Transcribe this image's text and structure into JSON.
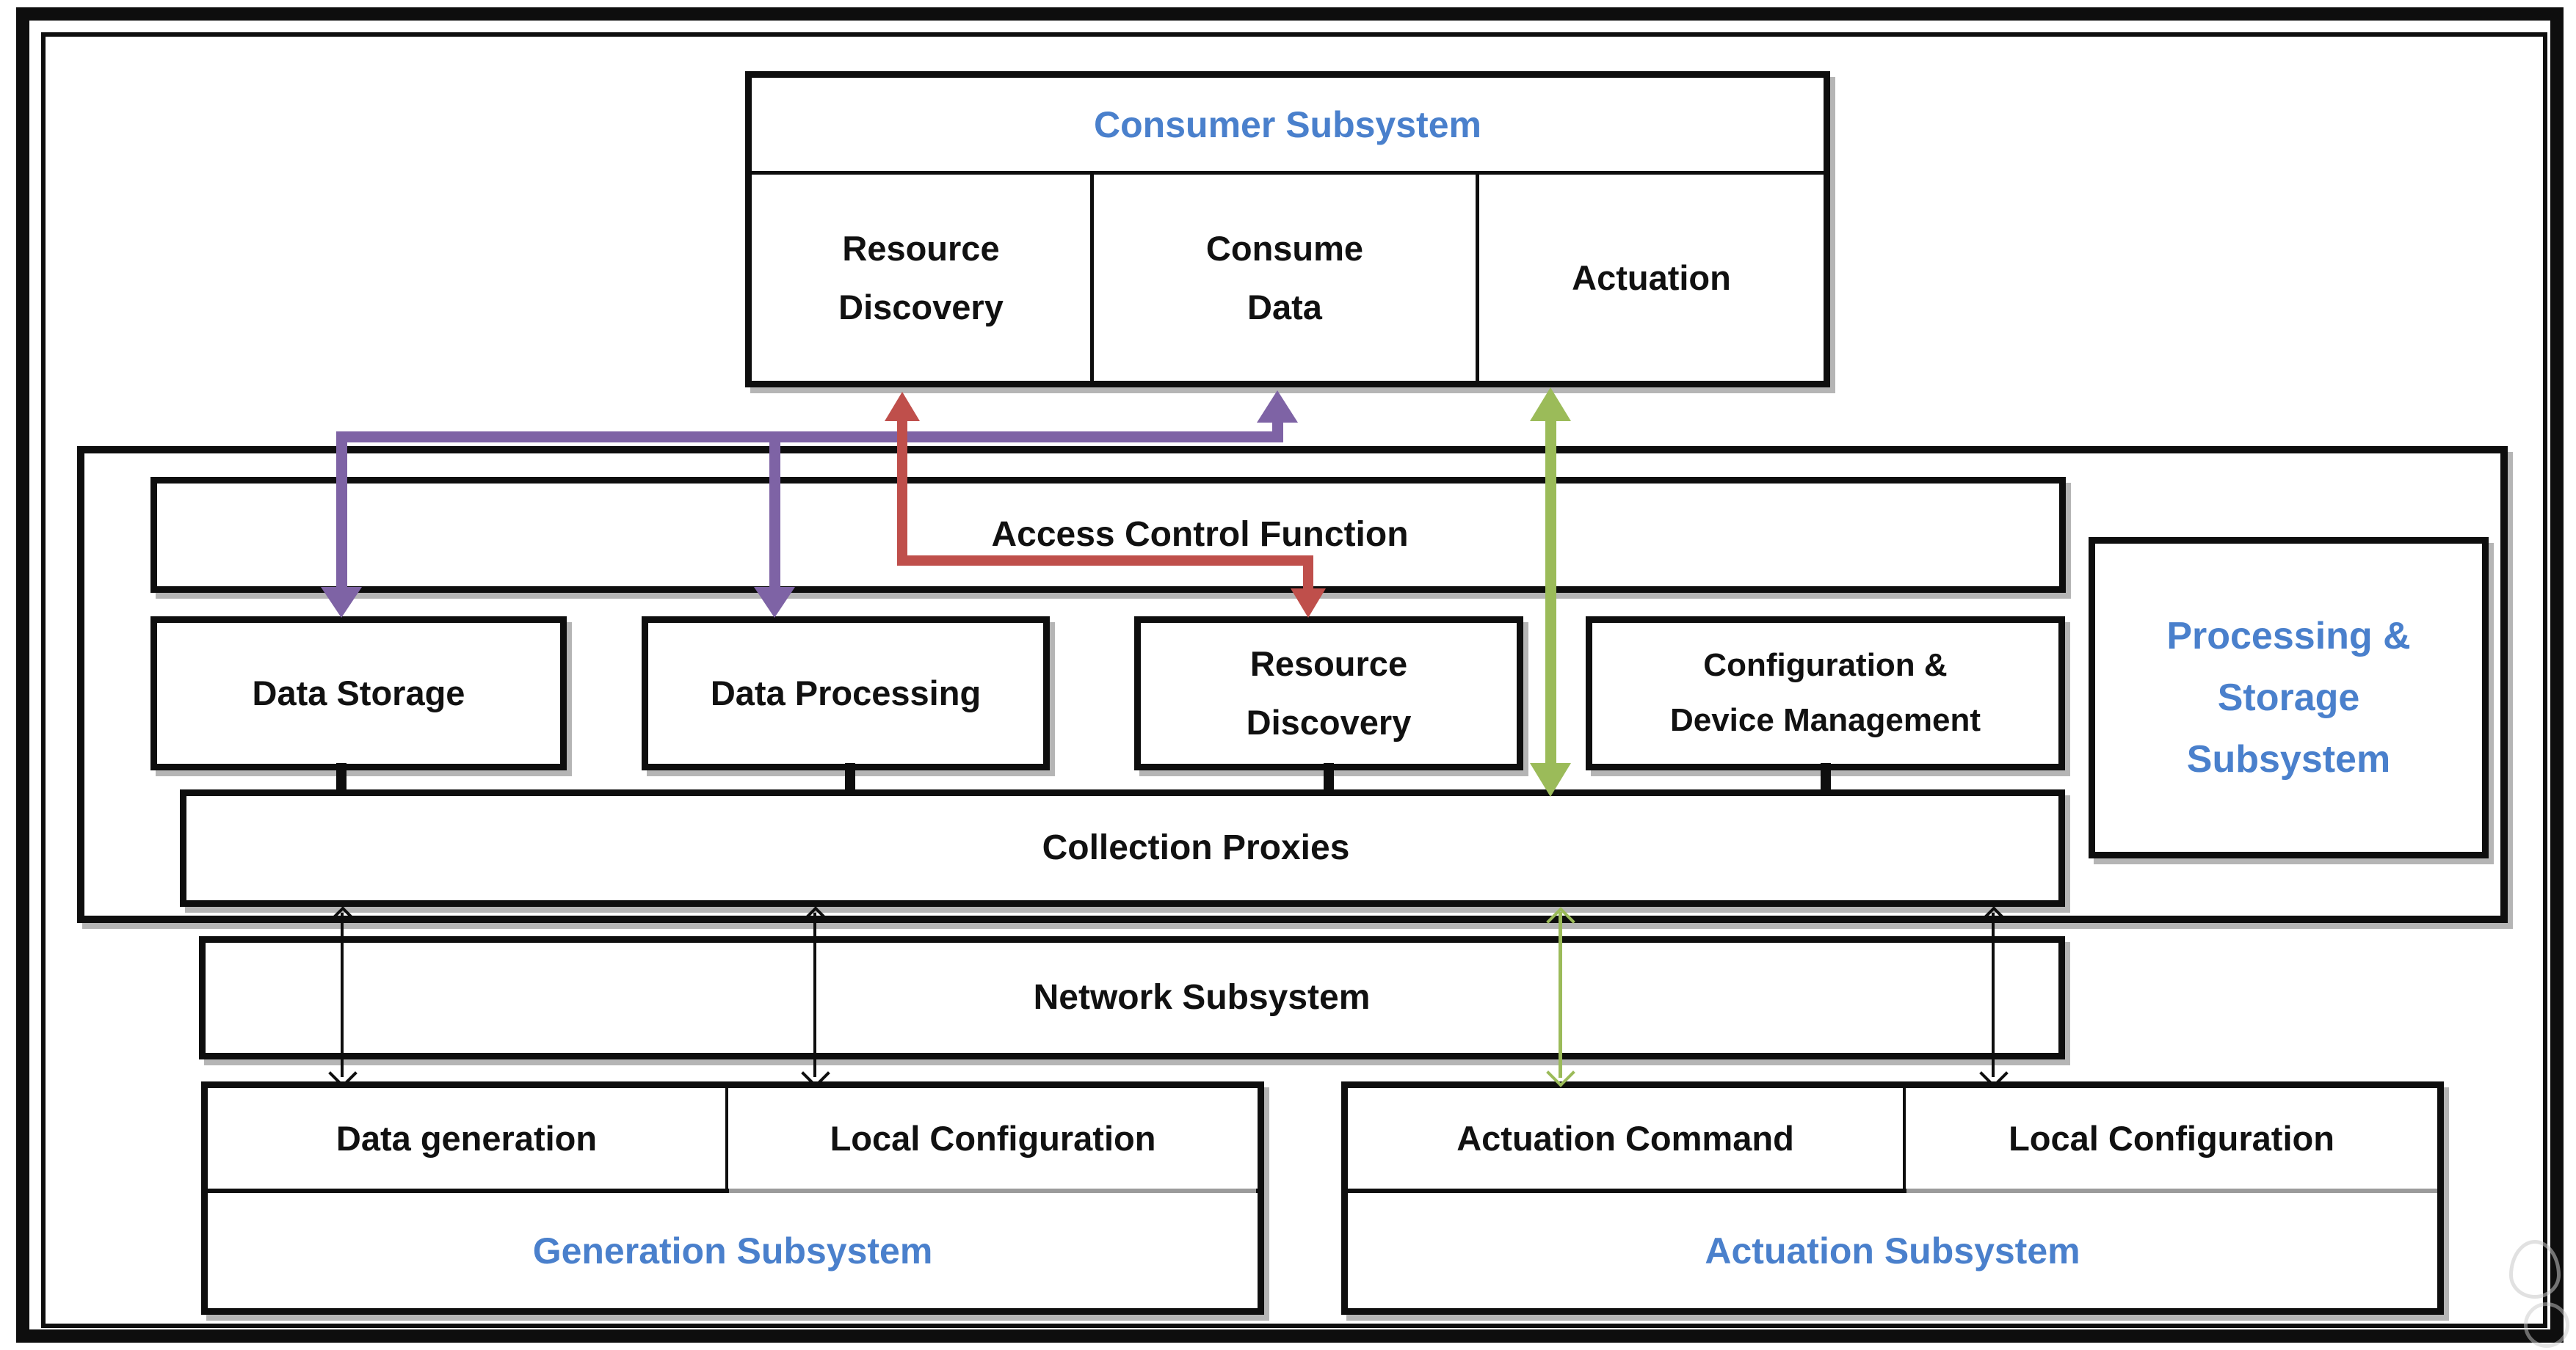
{
  "colors": {
    "accent_blue": "#4A80CC",
    "purple": "#7E63A5",
    "red": "#BF4F4B",
    "green": "#9BBB59",
    "ink": "#0E0E0E",
    "shadow": "#B5B5B5"
  },
  "consumer": {
    "title": "Consumer Subsystem",
    "cells": [
      "Resource\nDiscovery",
      "Consume\nData",
      "Actuation"
    ]
  },
  "processing": {
    "access_control": "Access Control Function",
    "components": [
      "Data Storage",
      "Data Processing",
      "Resource\nDiscovery",
      "Configuration &\nDevice Management"
    ],
    "collection_proxies": "Collection Proxies",
    "label": "Processing &\nStorage\nSubsystem"
  },
  "network": {
    "label": "Network Subsystem"
  },
  "generation": {
    "cells": [
      "Data generation",
      "Local Configuration"
    ],
    "label": "Generation Subsystem"
  },
  "actuation": {
    "cells": [
      "Actuation Command",
      "Local Configuration"
    ],
    "label": "Actuation Subsystem"
  }
}
